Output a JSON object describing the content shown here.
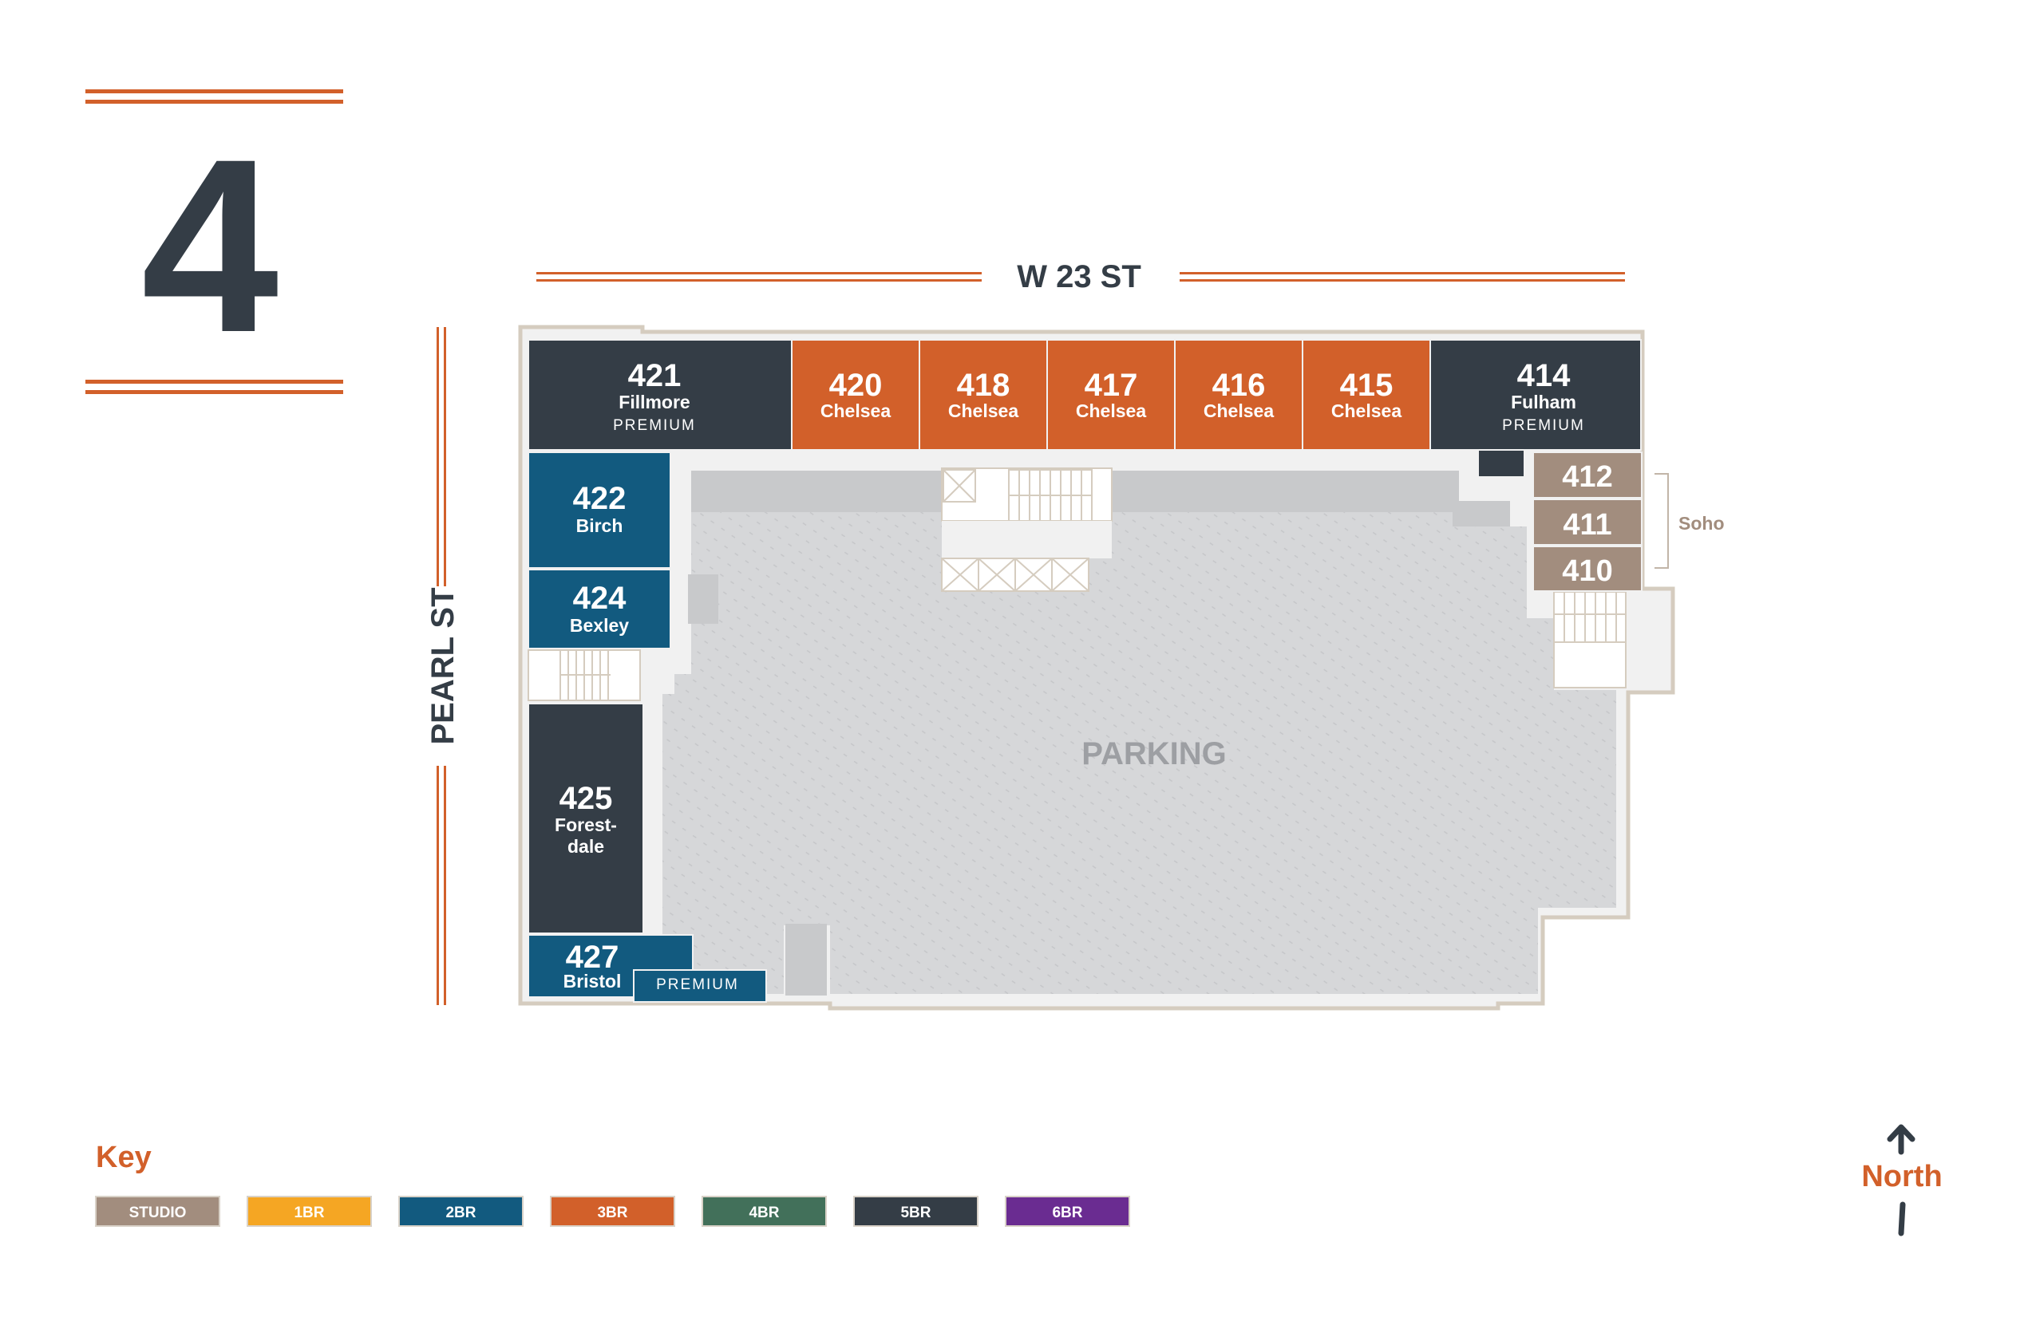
{
  "floor": {
    "number": "4"
  },
  "streets": {
    "north": "W 23 ST",
    "west": "PEARL ST"
  },
  "units": [
    {
      "num": "421",
      "name": "Fillmore",
      "tag": "PREMIUM",
      "type": "5BR"
    },
    {
      "num": "420",
      "name": "Chelsea",
      "type": "3BR"
    },
    {
      "num": "418",
      "name": "Chelsea",
      "type": "3BR"
    },
    {
      "num": "417",
      "name": "Chelsea",
      "type": "3BR"
    },
    {
      "num": "416",
      "name": "Chelsea",
      "type": "3BR"
    },
    {
      "num": "415",
      "name": "Chelsea",
      "type": "3BR"
    },
    {
      "num": "414",
      "name": "Fulham",
      "tag": "PREMIUM",
      "type": "5BR"
    },
    {
      "num": "412",
      "type": "STUDIO"
    },
    {
      "num": "411",
      "type": "STUDIO"
    },
    {
      "num": "410",
      "type": "STUDIO"
    },
    {
      "num": "422",
      "name": "Birch",
      "type": "2BR"
    },
    {
      "num": "424",
      "name": "Bexley",
      "type": "2BR"
    },
    {
      "num": "425",
      "name_lines": [
        "Forest-",
        "dale"
      ],
      "type": "5BR"
    },
    {
      "num": "427",
      "name": "Bristol",
      "tag": "PREMIUM",
      "type": "2BR"
    }
  ],
  "groups": {
    "soho": "Soho"
  },
  "areas": {
    "parking": "PARKING"
  },
  "key": {
    "title": "Key",
    "items": [
      {
        "label": "STUDIO",
        "color": "#a28d7e"
      },
      {
        "label": "1BR",
        "color": "#f5a623"
      },
      {
        "label": "2BR",
        "color": "#125a7f"
      },
      {
        "label": "3BR",
        "color": "#d2602a"
      },
      {
        "label": "4BR",
        "color": "#42705a"
      },
      {
        "label": "5BR",
        "color": "#343d46"
      },
      {
        "label": "6BR",
        "color": "#6a2c91"
      }
    ]
  },
  "compass": {
    "label": "North",
    "icon": "north-arrow-icon"
  },
  "colors": {
    "accent": "#d2602a",
    "dark": "#343d46",
    "parking": "#d6d7d9",
    "hall": "#f1f1f1",
    "outline": "#d5ccbf"
  }
}
